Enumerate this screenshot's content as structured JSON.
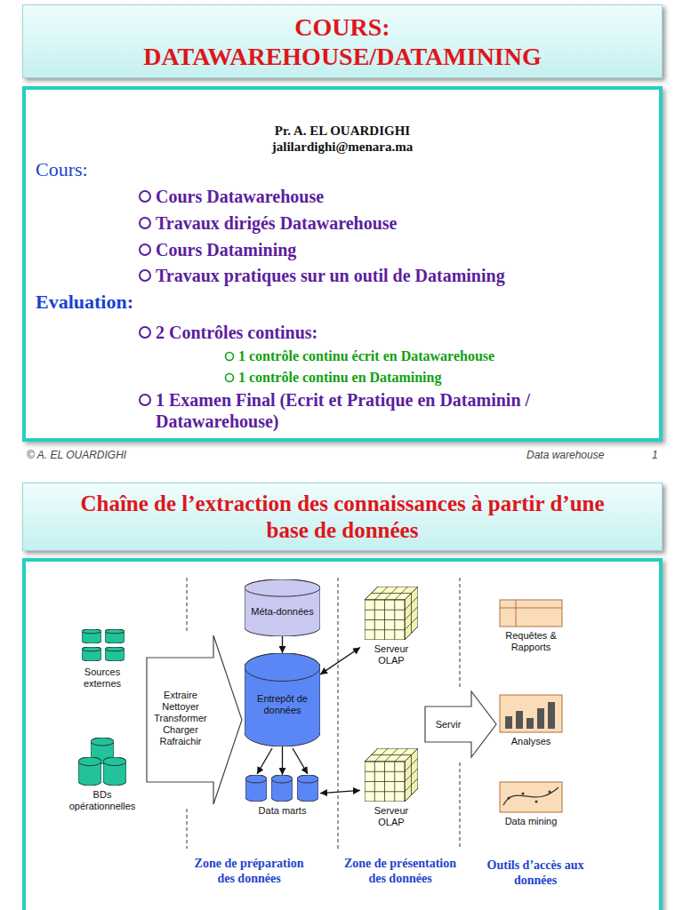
{
  "diagram": {
    "title": "COURS: DATAWAREHOUSE/DATAMINING",
    "nodes": [
      {
        "text": [
          "Pr. A. EL OUARDIGHI",
          "jalilardighi@menara.ma",
          "Cours:",
          "Cours Datawarehouse",
          "Travaux dirigés Datawarehouse",
          "Cours Datamining",
          "Travaux pratiques sur un outil de Datamining",
          "Evaluation:",
          "2 Contrôles continus:",
          "1 contrôle continu écrit en Datawarehouse",
          "1 contrôle continu en Datamining",
          "1 Examen Final (Ecrit et Pratique en Dataminin / Datawarehouse)"
        ]
      },
      {
        "text": [
          "Chaîne de l’extraction des connaissances à partir d’une base de données"
        ]
      },
      {
        "text": [
          "Zone de préparation des données",
          "Zone de présentation des données",
          "Outils d’accès aux données"
        ]
      },
      {
        "text": [
          "Sources externes"
        ],
        "in": 2
      },
      {
        "text": [
          "BDs opérationnelles"
        ],
        "in": 2
      },
      {
        "text": [
          "Extraire Nettoyer Transformer Charger Rafraichir"
        ],
        "in": 2
      },
      {
        "text": [
          "Méta-données"
        ],
        "in": 2
      },
      {
        "text": [
          "Entrepôt de données"
        ],
        "in": 2
      },
      {
        "text": [
          "Data marts"
        ],
        "in": 2
      },
      {
        "text": [
          "Serveur OLAP"
        ],
        "in": 2
      },
      {
        "text": [
          "Serveur OLAP"
        ],
        "in": 2
      },
      {
        "text": [
          "Servir"
        ],
        "in": 2
      },
      {
        "text": [
          "Requêtes & Rapports"
        ],
        "in": 2
      },
      {
        "text": [
          "Analyses"
        ],
        "in": 2
      },
      {
        "text": [
          "Data mining"
        ],
        "in": 2
      }
    ],
    "edges": [
      {
        "from": 6,
        "to": 7,
        "arrow": "to"
      },
      {
        "from": 7,
        "to": 8,
        "arrow": "to"
      },
      {
        "from": 7,
        "to": 9,
        "arrow": "both"
      },
      {
        "from": 8,
        "to": 10,
        "arrow": "both"
      }
    ],
    "labels": [
      "© A. EL OUARDIGHI",
      "Data warehouse",
      "1"
    ]
  }
}
